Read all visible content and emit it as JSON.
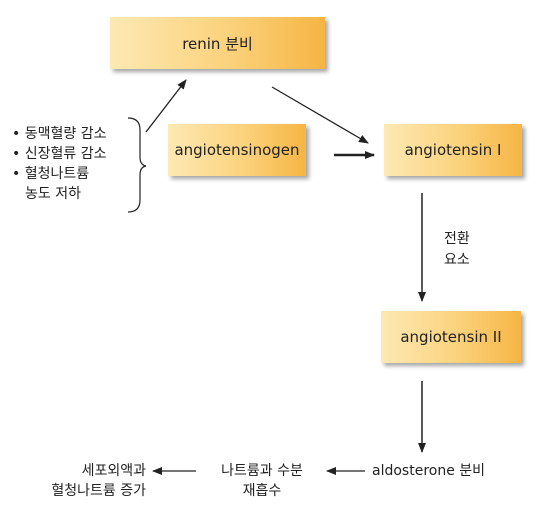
{
  "boxes": {
    "renin": "renin 분비",
    "angiotensinogen": "angiotensinogen",
    "angiotensin1": "angiotensin I",
    "angiotensin2": "angiotensin II"
  },
  "triggers": [
    "동맥혈량 감소",
    "신장혈류 감소",
    "혈청나트륨",
    "농도 저하"
  ],
  "converting_enzyme": [
    "전환",
    "요소"
  ],
  "aldosterone": "aldosterone 분비",
  "reabsorption": [
    "나트륨과 수분",
    "재흡수"
  ],
  "outcome": [
    "세포외액과",
    "혈청나트륨 증가"
  ]
}
